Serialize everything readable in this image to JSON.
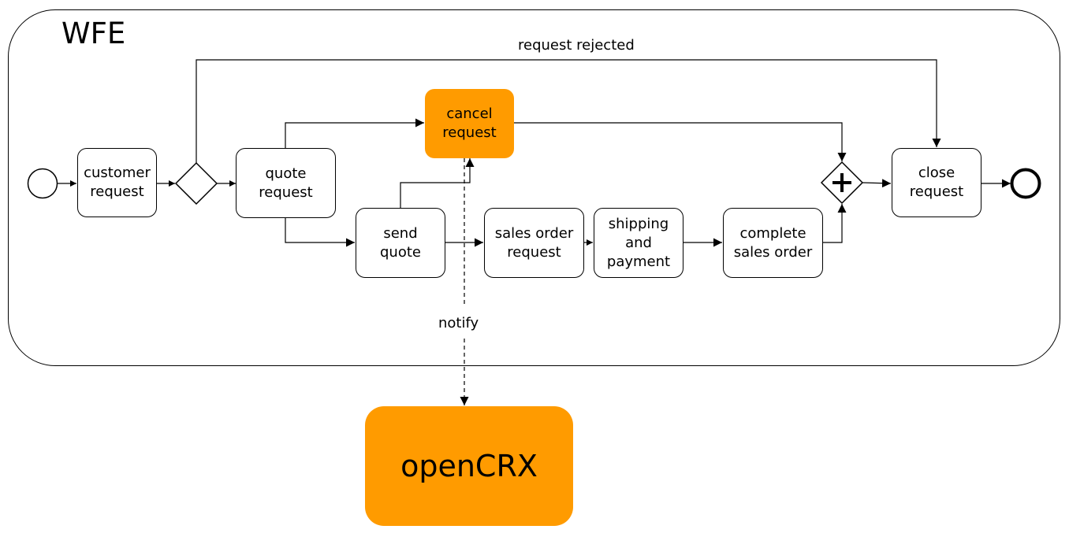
{
  "pool": {
    "title": "WFE"
  },
  "tasks": {
    "customer_request": "customer\nrequest",
    "quote_request": "quote\nrequest",
    "cancel_request": "cancel\nrequest",
    "send_quote": "send\nquote",
    "sales_order_request": "sales order\nrequest",
    "shipping_payment": "shipping\nand\npayment",
    "complete_sales_order": "complete\nsales order",
    "close_request": "close\nrequest"
  },
  "flows": {
    "rejected_label": "request rejected",
    "notify_label": "notify"
  },
  "external": {
    "system_name": "openCRX"
  },
  "colors": {
    "accent": "#ff9b00",
    "line": "#000000",
    "background": "#ffffff"
  }
}
